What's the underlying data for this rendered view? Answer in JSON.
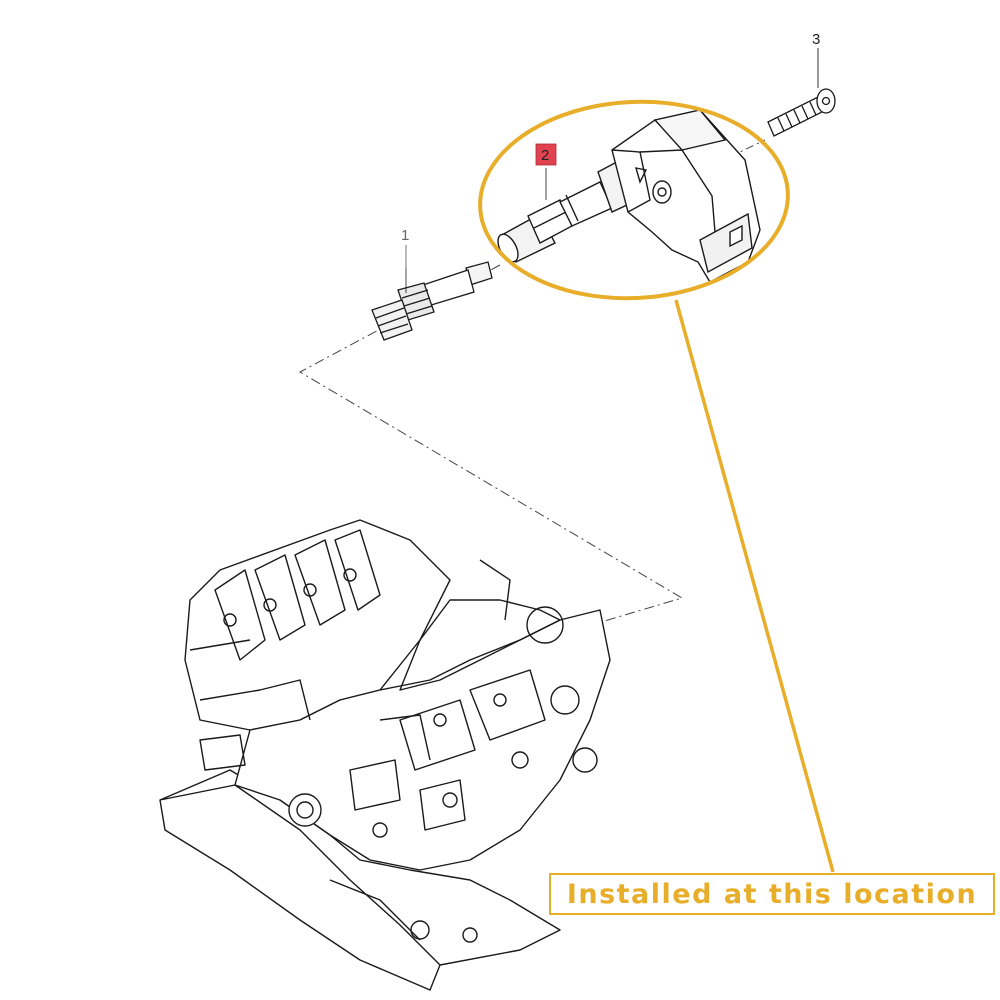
{
  "callouts": {
    "spark_plug": "1",
    "ignition_coil": "2",
    "bolt": "3"
  },
  "location_label": "Installed at this location",
  "watermark_text": "",
  "colors": {
    "highlight": "#e8ae2a",
    "callout_box": "#e0424f",
    "line_art": "#1a1a1a"
  }
}
